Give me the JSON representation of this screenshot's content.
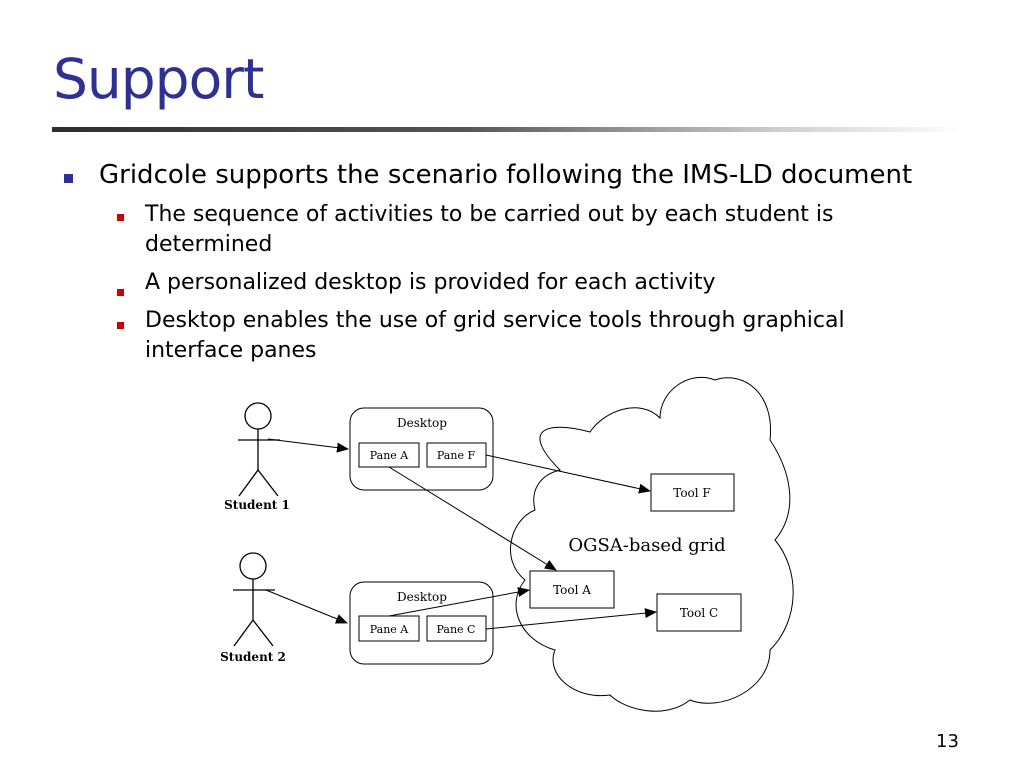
{
  "slide": {
    "title": "Support",
    "page_number": "13"
  },
  "bullets": {
    "main": "Gridcole supports the scenario following the IMS-LD document",
    "sub": [
      "The sequence of activities to be carried out by each student is determined",
      "A personalized desktop is provided for each activity",
      "Desktop enables the use of grid service tools through graphical interface panes"
    ]
  },
  "diagram": {
    "grid_label": "OGSA-based grid",
    "students": [
      {
        "label": "Student 1"
      },
      {
        "label": "Student 2"
      }
    ],
    "desktops": [
      {
        "label": "Desktop",
        "panes": [
          "Pane A",
          "Pane F"
        ]
      },
      {
        "label": "Desktop",
        "panes": [
          "Pane A",
          "Pane C"
        ]
      }
    ],
    "tools": {
      "tool_f": "Tool F",
      "tool_a": "Tool A",
      "tool_c": "Tool C"
    },
    "colors": {
      "title": "#2e3192",
      "bullet_main": "#2e3192",
      "bullet_sub": "#cc0000"
    }
  }
}
